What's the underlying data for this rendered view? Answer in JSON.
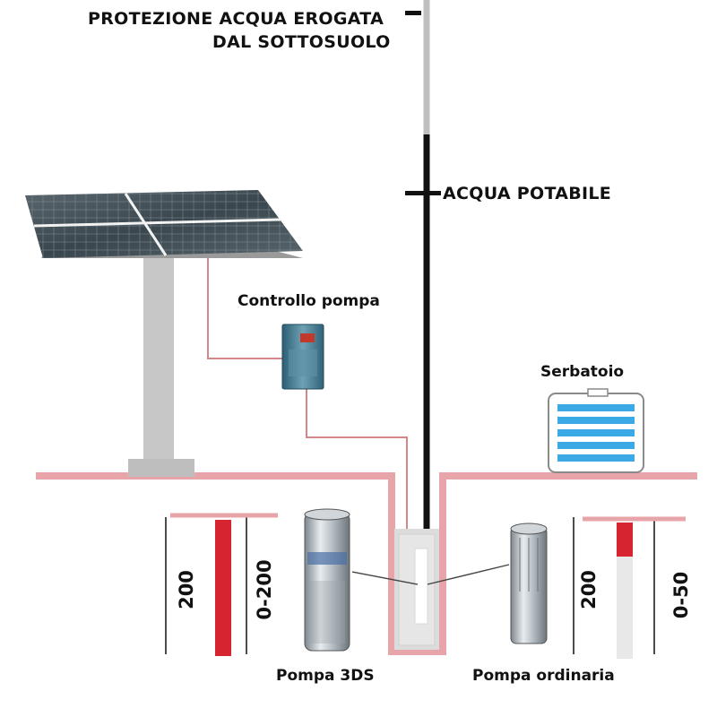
{
  "labels": {
    "protezione_line1": "PROTEZIONE ACQUA EROGATA",
    "protezione_line2": "DAL SOTTOSUOLO",
    "acqua_potabile": "ACQUA POTABILE",
    "controllo_pompa": "Controllo pompa",
    "serbatoio": "Serbatoio",
    "pompa_3ds": "Pompa 3DS",
    "pompa_ordinaria": "Pompa ordinaria"
  },
  "gauge_left": {
    "depth_label": "200",
    "range_label": "0-200",
    "protected_fraction": 1.0
  },
  "gauge_right": {
    "depth_label": "200",
    "range_label": "0-50",
    "protected_fraction": 0.25
  },
  "colors": {
    "ground_line": "#e8a5a9",
    "cable": "#d4868a",
    "gauge_red": "#d62430",
    "gauge_empty": "#e8e8e8",
    "pipe": "#111111",
    "tank_blue": "#3aa9e6",
    "panel_dark": "#3f4a52",
    "pole_gray": "#c7c7c7"
  }
}
